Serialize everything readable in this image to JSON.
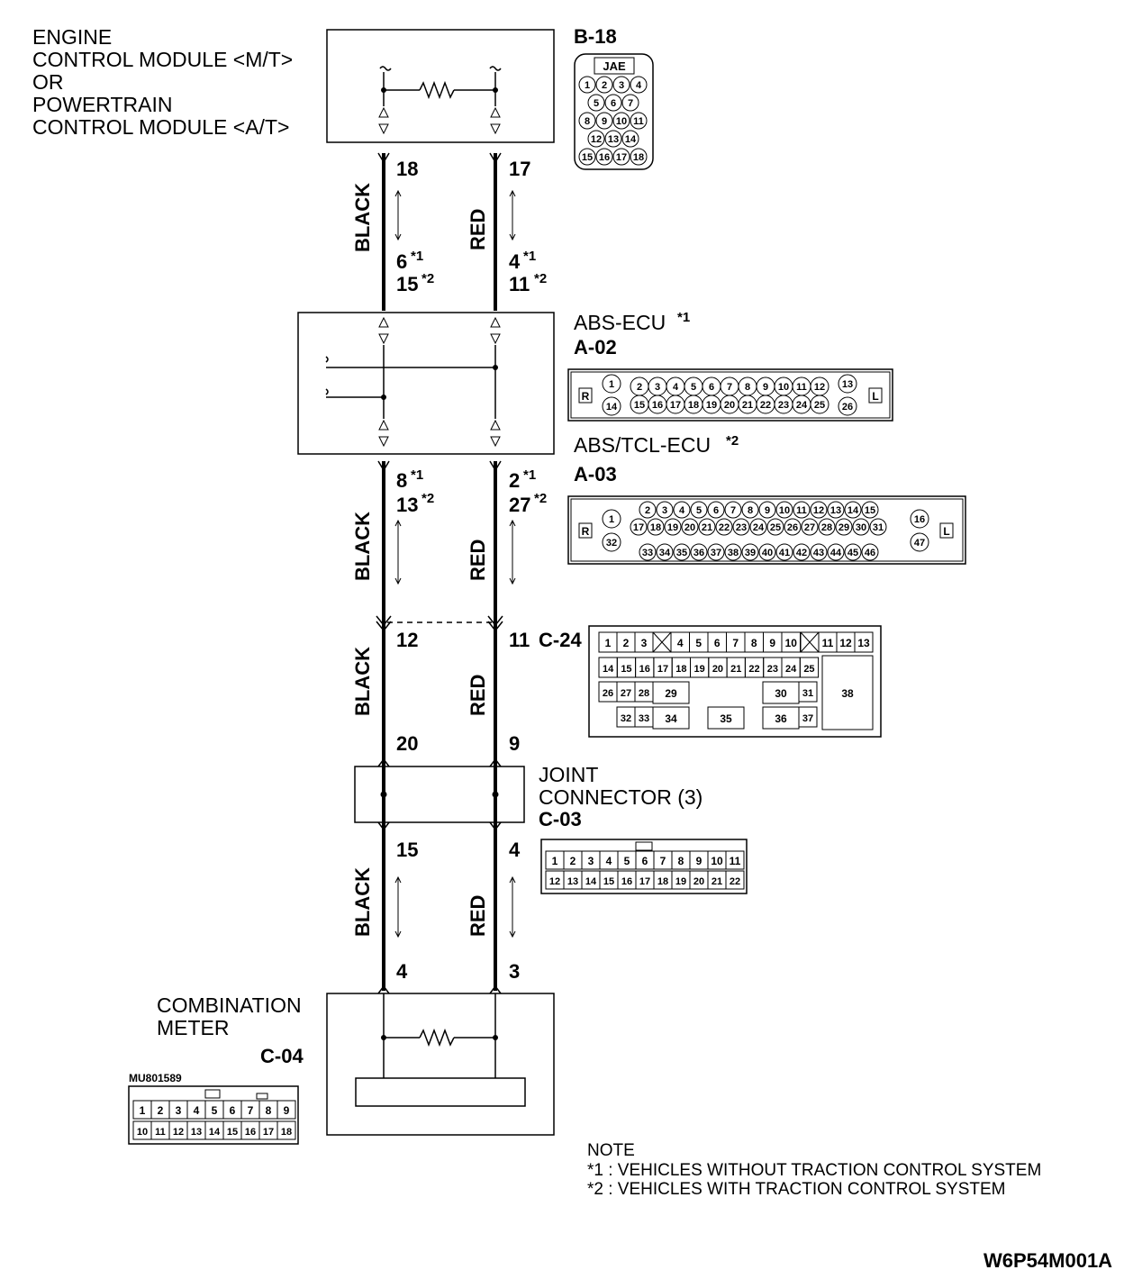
{
  "modules": {
    "ecm": [
      "ENGINE",
      "CONTROL MODULE <M/T>",
      "OR",
      "POWERTRAIN",
      "CONTROL MODULE <A/T>"
    ],
    "abs_ecu": "ABS-ECU",
    "abs_tcl_ecu": "ABS/TCL-ECU",
    "joint_connector": [
      "JOINT",
      "CONNECTOR (3)"
    ],
    "combination_meter": [
      "COMBINATION",
      "METER"
    ]
  },
  "connectors": {
    "b18": "B-18",
    "b18_maker": "JAE",
    "a02": "A-02",
    "a03": "A-03",
    "c24": "C-24",
    "c03": "C-03",
    "c04": "C-04",
    "part_no": "MU801589"
  },
  "wires": {
    "black": "BLACK",
    "red": "RED"
  },
  "terminals": {
    "ecm_left": "18",
    "ecm_right": "17",
    "abs_top_left_1": "6",
    "abs_top_left_2": "15",
    "abs_top_right_1": "4",
    "abs_top_right_2": "11",
    "abs_bottom_left_1": "8",
    "abs_bottom_left_2": "13",
    "abs_bottom_right_1": "2",
    "abs_bottom_right_2": "27",
    "c24_left": "12",
    "c24_right": "11",
    "jc_top_left": "20",
    "jc_top_right": "9",
    "jc_bottom_left": "15",
    "jc_bottom_right": "4",
    "meter_left": "4",
    "meter_right": "3"
  },
  "marks": {
    "star1": "*1",
    "star2": "*2"
  },
  "note": {
    "title": "NOTE",
    "line1": "*1 : VEHICLES WITHOUT TRACTION CONTROL SYSTEM",
    "line2": "*2 : VEHICLES WITH TRACTION CONTROL SYSTEM"
  },
  "figure_id": "W6P54M001A"
}
